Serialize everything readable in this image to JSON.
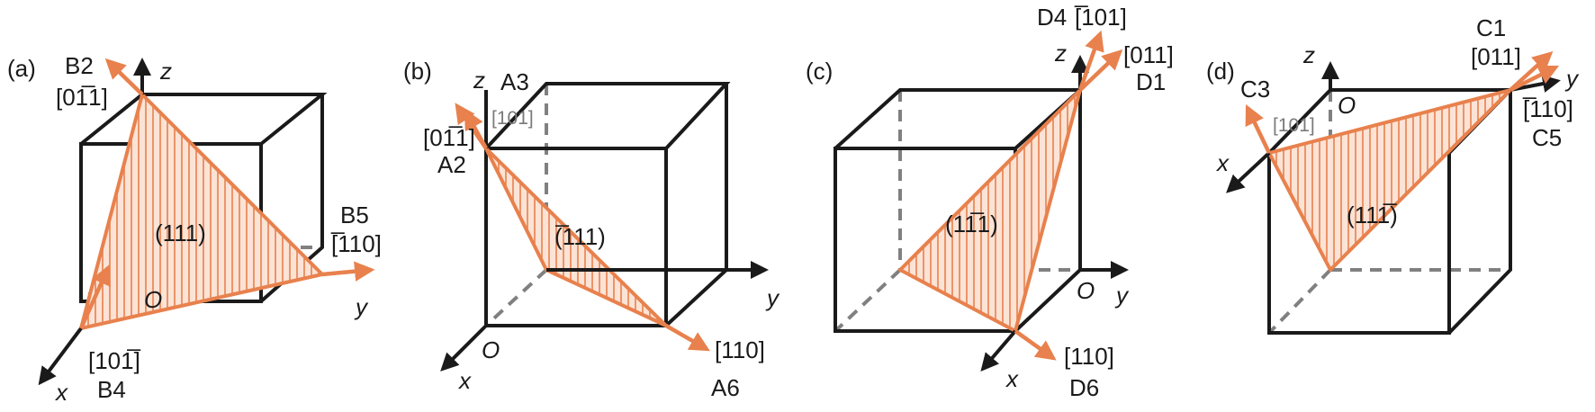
{
  "colors": {
    "plane": "#e8814d",
    "plane_fill": "#fbe3d6",
    "edge": "#1a1a1a",
    "hidden_edge": "#808080"
  },
  "axes": {
    "x": "x",
    "y": "y",
    "z": "z",
    "origin": "O"
  },
  "panels": [
    {
      "id": "a",
      "tag": "(a)",
      "plane": "(111)",
      "vectors": [
        {
          "name": "B2",
          "dir": "[01̅1]"
        },
        {
          "name": "B5",
          "dir": "[̅110]"
        },
        {
          "name": "B4",
          "dir": "[101̅]"
        }
      ]
    },
    {
      "id": "b",
      "tag": "(b)",
      "plane": "(̅111)",
      "vectors": [
        {
          "name": "A3",
          "dir": "[101]"
        },
        {
          "name": "A2",
          "dir": "[01̅1]"
        },
        {
          "name": "A6",
          "dir": "[110]"
        }
      ]
    },
    {
      "id": "c",
      "tag": "(c)",
      "plane": "(11̅1)",
      "vectors": [
        {
          "name": "D4",
          "dir": "[̅101]"
        },
        {
          "name": "D1",
          "dir": "[011]"
        },
        {
          "name": "D6",
          "dir": "[110]"
        }
      ]
    },
    {
      "id": "d",
      "tag": "(d)",
      "plane": "(111̅)",
      "vectors": [
        {
          "name": "C1",
          "dir": "[011]"
        },
        {
          "name": "C3",
          "dir": "[101]"
        },
        {
          "name": "C5",
          "dir": "[̅110]"
        }
      ]
    }
  ]
}
